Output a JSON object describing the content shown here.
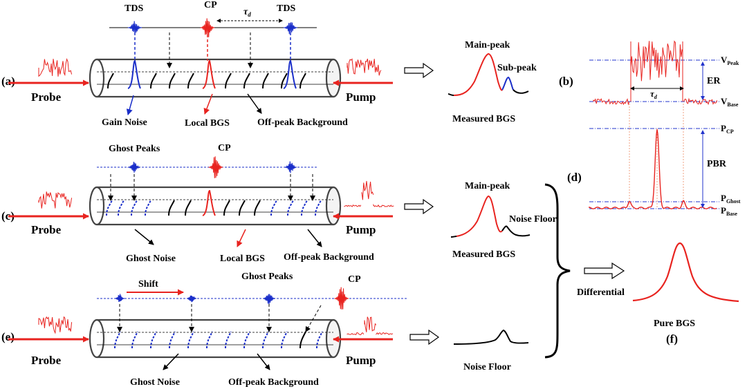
{
  "labels": {
    "tds": "TDS",
    "cp": "CP",
    "tau": "τ",
    "tau_sub": "d",
    "panel_a": "(a)",
    "panel_b": "(b)",
    "panel_c": "(c)",
    "panel_d": "(d)",
    "panel_e": "(e)",
    "panel_f": "(f)",
    "probe": "Probe",
    "pump": "Pump",
    "gain_noise": "Gain Noise",
    "local_bgs": "Local BGS",
    "off_peak_background": "Off-peak Background",
    "ghost_peaks": "Ghost Peaks",
    "ghost_noise": "Ghost Noise",
    "shift": "Shift",
    "main_peak": "Main-peak",
    "sub_peak": "Sub-peak",
    "measured_bgs": "Measured BGS",
    "noise_floor": "Noise Floor",
    "differential": "Differential",
    "pure_bgs": "Pure BGS",
    "v_peak_main": "V",
    "v_peak_sub": "Peak",
    "v_base_main": "V",
    "v_base_sub": "Base",
    "er": "ER",
    "p_cp_main": "P",
    "p_cp_sub": "CP",
    "pbr": "PBR",
    "p_ghost_main": "P",
    "p_ghost_sub": "Ghost",
    "p_base_main": "P",
    "p_base_sub": "Base"
  },
  "colors": {
    "signal_red": "#e8231f",
    "noise_blue": "#1a2ec9",
    "dash_blue": "#2233cc",
    "guide_orange": "#f0a080",
    "black": "#000000"
  }
}
